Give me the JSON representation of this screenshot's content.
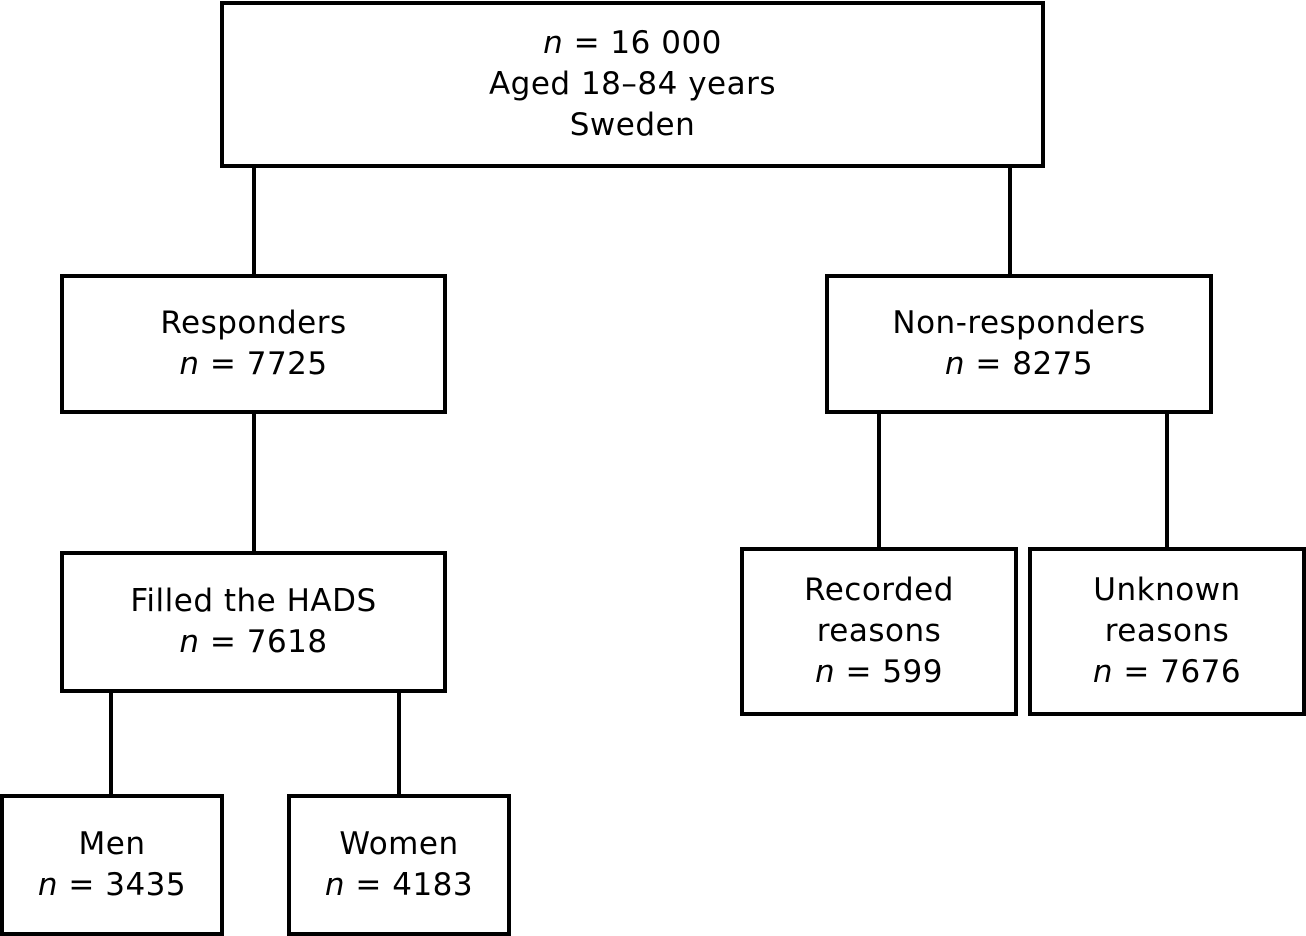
{
  "nodes": {
    "root": {
      "n_symbol": "n",
      "n_value": "16 000",
      "lines": [
        "Aged 18–84 years",
        "Sweden"
      ]
    },
    "responders": {
      "title": "Responders",
      "n_symbol": "n",
      "n_value": "7725"
    },
    "non_responders": {
      "title": "Non-responders",
      "n_symbol": "n",
      "n_value": "8275"
    },
    "filled_hads": {
      "title": "Filled the HADS",
      "n_symbol": "n",
      "n_value": "7618"
    },
    "recorded_reasons": {
      "title_lines": [
        "Recorded",
        "reasons"
      ],
      "n_symbol": "n",
      "n_value": "599"
    },
    "unknown_reasons": {
      "title_lines": [
        "Unknown",
        "reasons"
      ],
      "n_symbol": "n",
      "n_value": "7676"
    },
    "men": {
      "title": "Men",
      "n_symbol": "n",
      "n_value": "3435"
    },
    "women": {
      "title": "Women",
      "n_symbol": "n",
      "n_value": "4183"
    }
  },
  "edges": [
    [
      "root",
      "responders"
    ],
    [
      "root",
      "non_responders"
    ],
    [
      "responders",
      "filled_hads"
    ],
    [
      "non_responders",
      "recorded_reasons"
    ],
    [
      "non_responders",
      "unknown_reasons"
    ],
    [
      "filled_hads",
      "men"
    ],
    [
      "filled_hads",
      "women"
    ]
  ]
}
